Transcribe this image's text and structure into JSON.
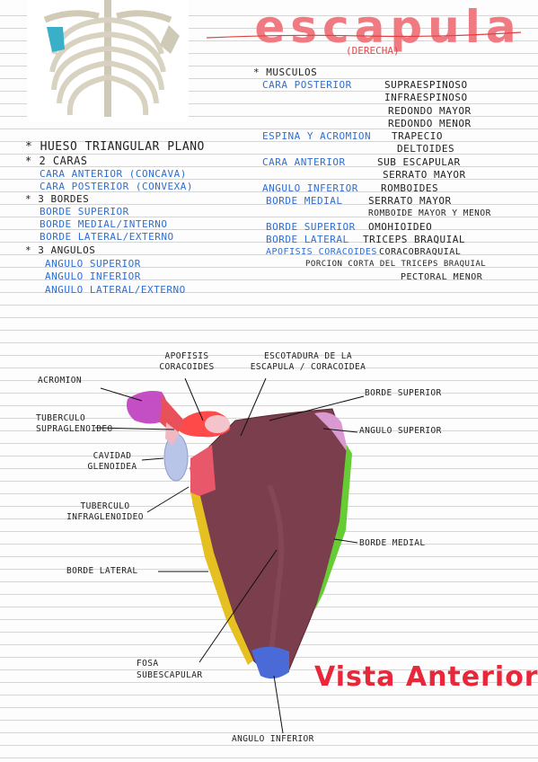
{
  "header": {
    "title": "escapula",
    "subtitle": "(DERECHA)"
  },
  "features": {
    "title": "HUESO TRIANGULAR PLANO",
    "faces_header": "2 CARAS",
    "faces": [
      "CARA ANTERIOR (CONCAVA)",
      "CARA POSTERIOR (CONVEXA)"
    ],
    "borders_header": "3 BORDES",
    "borders": [
      "BORDE SUPERIOR",
      "BORDE MEDIAL/INTERNO",
      "BORDE LATERAL/EXTERNO"
    ],
    "angles_header": "3 ANGULOS",
    "angles": [
      "ANGULO SUPERIOR",
      "ANGULO INFERIOR",
      "ANGULO LATERAL/EXTERNO"
    ]
  },
  "muscles": {
    "header": "MUSCULOS",
    "groups": [
      {
        "region": "CARA POSTERIOR",
        "items": [
          "SUPRAESPINOSO",
          "INFRAESPINOSO",
          "REDONDO MAYOR",
          "REDONDO MENOR"
        ]
      },
      {
        "region": "ESPINA Y ACROMION",
        "items": [
          "TRAPECIO",
          "DELTOIDES"
        ]
      },
      {
        "region": "CARA ANTERIOR",
        "items": [
          "SUB ESCAPULAR",
          "SERRATO MAYOR"
        ]
      },
      {
        "region": "ANGULO INFERIOR",
        "items": [
          "ROMBOIDES"
        ]
      },
      {
        "region": "BORDE MEDIAL",
        "items": [
          "SERRATO MAYOR",
          "ROMBOIDE MAYOR Y MENOR"
        ]
      },
      {
        "region": "BORDE SUPERIOR",
        "items": [
          "OMOHIOIDEO"
        ]
      },
      {
        "region": "BORDE LATERAL",
        "items": [
          "TRICEPS BRAQUIAL"
        ]
      },
      {
        "region": "APOFISIS CORACOIDES",
        "items": [
          "CORACOBRAQUIAL",
          "PORCION CORTA DEL TRICEPS BRAQUIAL",
          "PECTORAL MENOR"
        ]
      }
    ]
  },
  "diagram": {
    "labels": {
      "apofisis": "APOFISIS CORACOIDES",
      "escotadura": "ESCOTADURA DE LA ESCAPULA / CORACOIDEA",
      "acromion": "ACROMION",
      "borde_superior": "BORDE SUPERIOR",
      "tuberculo_supra": "TUBERCULO SUPRAGLENOIDEO",
      "angulo_superior": "ANGULO SUPERIOR",
      "cavidad": "CAVIDAD GLENOIDEA",
      "tuberculo_infra": "TUBERCULO INFRAGLENOIDEO",
      "borde_medial": "BORDE MEDIAL",
      "borde_lateral": "BORDE LATERAL",
      "fosa": "FOSA SUBESCAPULAR",
      "angulo_inferior": "ANGULO INFERIOR"
    },
    "view_title": "Vista Anterior",
    "colors": {
      "bone": "#7a3e4c",
      "acromion": "#c44fc4",
      "coracoid": "#ff4a4a",
      "glenoid": "#b8c4e8",
      "lateral_border": "#e6c020",
      "medial_border": "#66cc33",
      "inferior_angle": "#4a6ad8",
      "superior_angle": "#d89ad0"
    }
  }
}
